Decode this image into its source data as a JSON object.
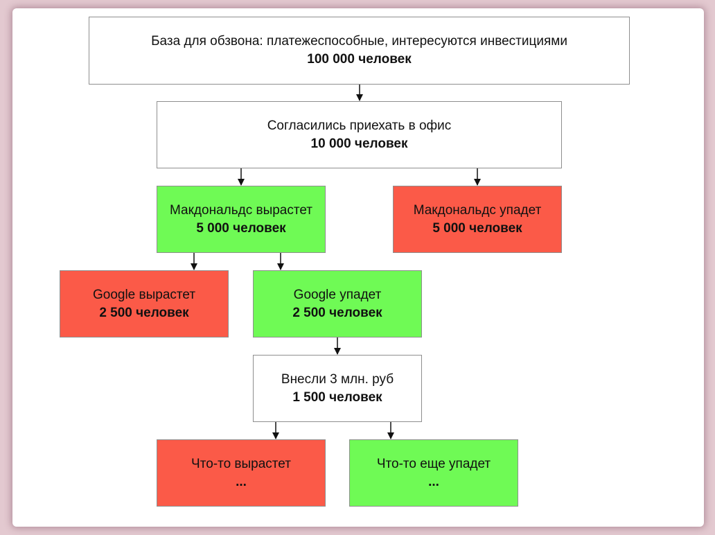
{
  "colors": {
    "neutral": "#ffffff",
    "grow": "#6ffa55",
    "fall": "#fb5a48",
    "background": "#e3c9d0",
    "arrow": "#111111"
  },
  "nodes": {
    "base": {
      "label": "База для обзвона: платежеспособные, интересуются инвестициями",
      "count": "100 000 человек"
    },
    "office": {
      "label": "Согласились приехать в офис",
      "count": "10 000 человек"
    },
    "mcd_up": {
      "label": "Макдональдс вырастет",
      "count": "5 000 человек"
    },
    "mcd_down": {
      "label": "Макдональдс упадет",
      "count": "5 000 человек"
    },
    "google_up": {
      "label": "Google вырастет",
      "count": "2 500 человек"
    },
    "google_down": {
      "label": "Google упадет",
      "count": "2 500 человек"
    },
    "paid": {
      "label": "Внесли 3 млн. руб",
      "count": "1 500 человек"
    },
    "smth_up": {
      "label": "Что-то вырастет",
      "count": "..."
    },
    "smth_down": {
      "label": "Что-то еще упадет",
      "count": "..."
    }
  }
}
